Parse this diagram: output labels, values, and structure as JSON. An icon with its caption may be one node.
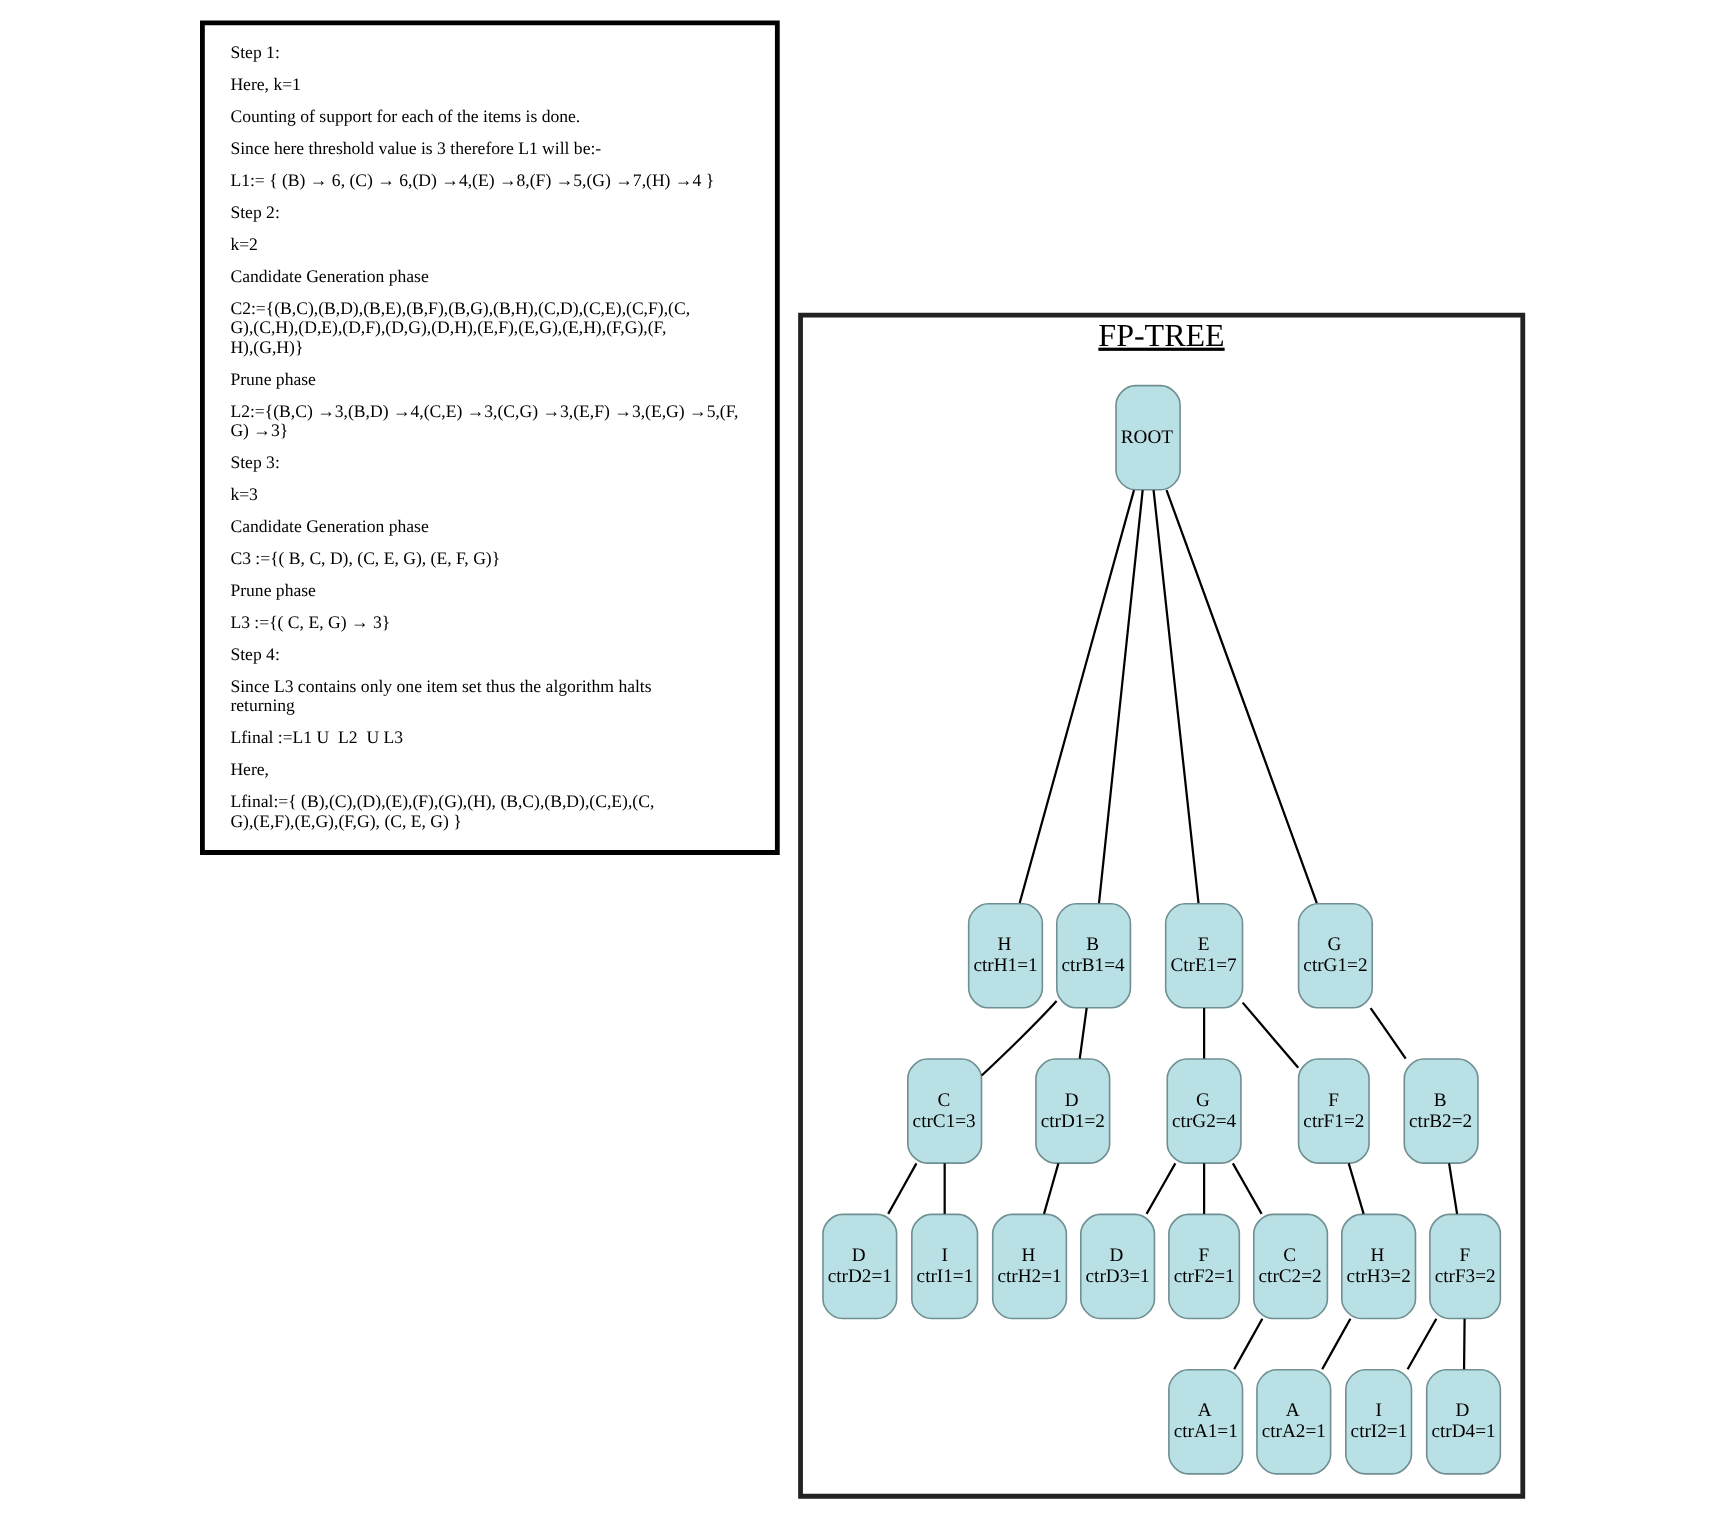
{
  "diagram": {
    "nodes": [
      {
        "text": [
          "Step 1:",
          "Here, k=1",
          "Counting of support for each of the items is done.",
          "Since here threshold value is 3 therefore L1 will be:-",
          "L1:= { (B) → 6, (C) → 6,(D) →4,(E) →8,(F) →5,(G) →7,(H) →4 }",
          "Step 2:",
          "k=2",
          "Candidate Generation phase",
          "C2:={(B,C),(B,D),(B,E),(B,F),(B,G),(B,H),(C,D),(C,E),(C,F),(C,G),(C,H),(D,E),(D,F),(D,G),(D,H),(E,F),(E,G),(E,H),(F,G),(F,H),(G,H)}",
          "Prune phase",
          "L2:={(B,C) →3,(B,D) →4,(C,E) →3,(C,G) →3,(E,F) →3,(E,G) →5,(F,G) →3}",
          "Step 3:",
          "k=3",
          "Candidate Generation phase",
          "C3 :={( B, C, D), (C, E, G), (E, F, G)}",
          "Prune phase",
          "L3 :={( C, E, G) → 3}",
          "Step 4:",
          "Since L3 contains only one item set thus the algorithm halts returning",
          "Lfinal :=L1 U  L2  U L3",
          "Here,",
          "Lfinal:={ (B),(C),(D),(E),(F),(G),(H), (B,C),(B,D),(C,E),(C,G),(E,F),(E,G),(F,G), (C, E, G) }"
        ]
      },
      {
        "text": [
          "FP-TREE"
        ]
      },
      {
        "text": [
          "ROOT"
        ],
        "in": 1
      },
      {
        "text": [
          "H",
          "ctrH1=1"
        ],
        "in": 1
      },
      {
        "text": [
          "B",
          "ctrB1=4"
        ],
        "in": 1
      },
      {
        "text": [
          "E",
          "CtrE1=7"
        ],
        "in": 1
      },
      {
        "text": [
          "G",
          "ctrG1=2"
        ],
        "in": 1
      },
      {
        "text": [
          "C",
          "ctrC1=3"
        ],
        "in": 1
      },
      {
        "text": [
          "D",
          "ctrD1=2"
        ],
        "in": 1
      },
      {
        "text": [
          "G",
          "ctrG2=4"
        ],
        "in": 1
      },
      {
        "text": [
          "F",
          "ctrF1=2"
        ],
        "in": 1
      },
      {
        "text": [
          "B",
          "ctrB2=2"
        ],
        "in": 1
      },
      {
        "text": [
          "D",
          "ctrD2=1"
        ],
        "in": 1
      },
      {
        "text": [
          "I",
          "ctrI1=1"
        ],
        "in": 1
      },
      {
        "text": [
          "H",
          "ctrH2=1"
        ],
        "in": 1
      },
      {
        "text": [
          "D",
          "ctrD3=1"
        ],
        "in": 1
      },
      {
        "text": [
          "F",
          "ctrF2=1"
        ],
        "in": 1
      },
      {
        "text": [
          "C",
          "ctrC2=2"
        ],
        "in": 1
      },
      {
        "text": [
          "H",
          "ctrH3=2"
        ],
        "in": 1
      },
      {
        "text": [
          "F",
          "ctrF3=2"
        ],
        "in": 1
      },
      {
        "text": [
          "A",
          "ctrA1=1"
        ],
        "in": 1
      },
      {
        "text": [
          "A",
          "ctrA2=1"
        ],
        "in": 1
      },
      {
        "text": [
          "I",
          "ctrI2=1"
        ],
        "in": 1
      },
      {
        "text": [
          "D",
          "ctrD4=1"
        ],
        "in": 1
      }
    ],
    "edges": [
      {
        "from": 2,
        "to": 3,
        "arrow": "none"
      },
      {
        "from": 2,
        "to": 4,
        "arrow": "none"
      },
      {
        "from": 2,
        "to": 5,
        "arrow": "none"
      },
      {
        "from": 2,
        "to": 6,
        "arrow": "none"
      },
      {
        "from": 4,
        "to": 7,
        "arrow": "none"
      },
      {
        "from": 4,
        "to": 8,
        "arrow": "none"
      },
      {
        "from": 5,
        "to": 9,
        "arrow": "none"
      },
      {
        "from": 5,
        "to": 10,
        "arrow": "none"
      },
      {
        "from": 6,
        "to": 11,
        "arrow": "none"
      },
      {
        "from": 7,
        "to": 12,
        "arrow": "none"
      },
      {
        "from": 7,
        "to": 13,
        "arrow": "none"
      },
      {
        "from": 8,
        "to": 14,
        "arrow": "none"
      },
      {
        "from": 9,
        "to": 15,
        "arrow": "none"
      },
      {
        "from": 9,
        "to": 16,
        "arrow": "none"
      },
      {
        "from": 9,
        "to": 17,
        "arrow": "none"
      },
      {
        "from": 10,
        "to": 18,
        "arrow": "none"
      },
      {
        "from": 11,
        "to": 19,
        "arrow": "none"
      },
      {
        "from": 17,
        "to": 20,
        "arrow": "none"
      },
      {
        "from": 18,
        "to": 21,
        "arrow": "none"
      },
      {
        "from": 19,
        "to": 22,
        "arrow": "none"
      },
      {
        "from": 19,
        "to": 23,
        "arrow": "none"
      }
    ]
  }
}
